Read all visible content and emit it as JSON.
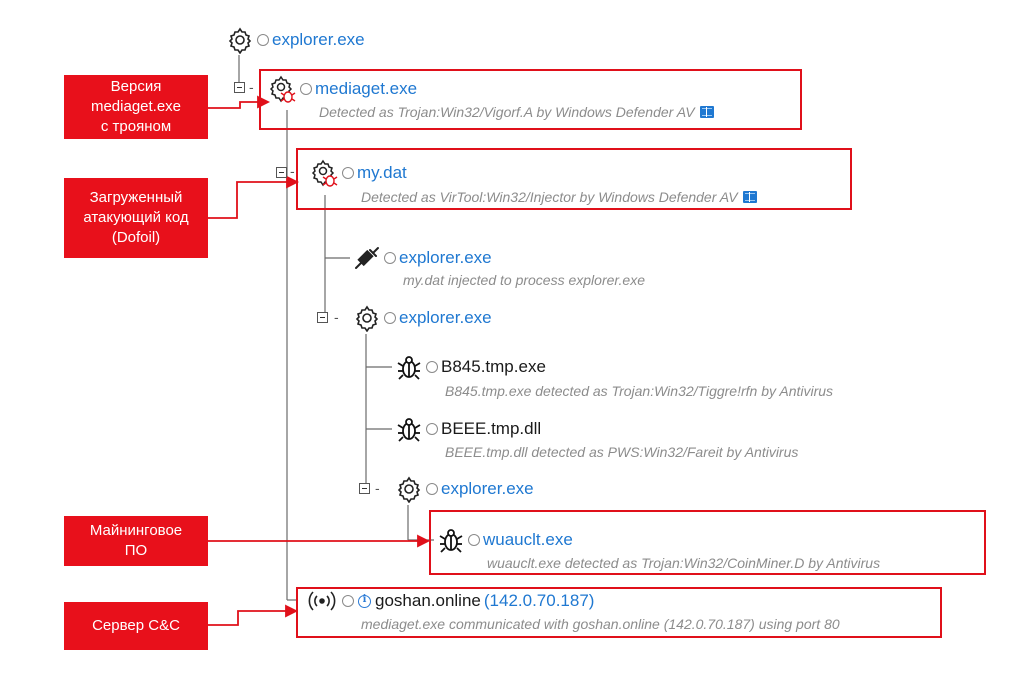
{
  "colors": {
    "link_blue": "#1f78d1",
    "annotation_red": "#e8101b",
    "description_gray": "#8c8c8c"
  },
  "tree": {
    "root": {
      "name": "explorer.exe",
      "icon": "gear-icon"
    },
    "mediaget": {
      "name": "mediaget.exe",
      "icon": "gear-bug-icon",
      "description": "Detected as Trojan:Win32/Vigorf.A by Windows Defender AV"
    },
    "mydat": {
      "name": "my.dat",
      "icon": "gear-bug-icon",
      "description": "Detected as VirTool:Win32/Injector by Windows Defender AV"
    },
    "explorer_injected": {
      "name": "explorer.exe",
      "icon": "syringe-icon",
      "description": "my.dat injected to process explorer.exe"
    },
    "explorer_2": {
      "name": "explorer.exe",
      "icon": "gear-icon"
    },
    "b845": {
      "name": "B845.tmp.exe",
      "icon": "bug-icon",
      "description": "B845.tmp.exe detected as Trojan:Win32/Tiggre!rfn by Antivirus"
    },
    "beee": {
      "name": "BEEE.tmp.dll",
      "icon": "bug-icon",
      "description": "BEEE.tmp.dll detected as PWS:Win32/Fareit by Antivirus"
    },
    "explorer_3": {
      "name": "explorer.exe",
      "icon": "gear-icon"
    },
    "wuauclt": {
      "name": "wuauclt.exe",
      "icon": "bug-icon",
      "description": "wuauclt.exe detected as Trojan:Win32/CoinMiner.D by Antivirus"
    },
    "network": {
      "name": "goshan.online",
      "ip": "(142.0.70.187)",
      "icon": "network-icon",
      "description": "mediaget.exe communicated with goshan.online (142.0.70.187) using port 80"
    }
  },
  "annotations": {
    "trojan_version": [
      "Версия",
      "mediaget.exe",
      "с трояном"
    ],
    "loaded_code": [
      "Загруженный",
      "атакующий код",
      "(Dofoil)"
    ],
    "miner": [
      "Майнинговое",
      "ПО"
    ],
    "cnc": [
      "Сервер C&C"
    ]
  }
}
